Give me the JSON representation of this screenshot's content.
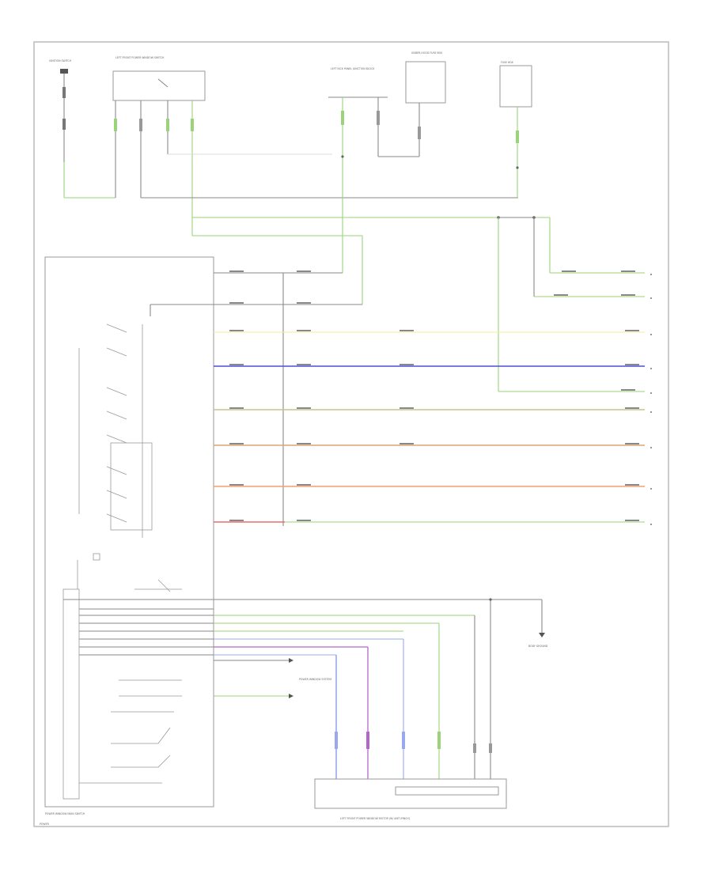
{
  "diagram": {
    "footer_left": "POWER",
    "module_caption": "POWER WINDOW MAIN SWITCH",
    "lr_motor_caption": "LEFT FRONT POWER WINDOW MOTOR (W/ ANTI-PINCH)",
    "labels": {
      "ignition": "IGNITION SWITCH",
      "lf_window_switch": "LEFT FRONT POWER WINDOW SWITCH",
      "junction_block": "LEFT KICK PANEL JUNCTION BLOCK",
      "fuse_box": "UNDER-HOOD FUSE BOX",
      "fuse_right": "FUSE BOX",
      "ground_right": "BODY GROUND",
      "small_label": "POWER WINDOW SYSTEM"
    },
    "wire_colors": {
      "green": "#9bd37a",
      "yellow": "#f2ee9a",
      "blue": "#4f4fd8",
      "tan": "#c9c58a",
      "brown": "#d9a875",
      "orange": "#f0a070",
      "red": "#ee6a6a",
      "light_blue": "#9aa8f0",
      "purple": "#b566c8"
    }
  }
}
